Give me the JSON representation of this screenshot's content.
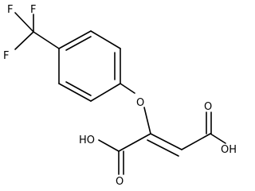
{
  "molecule": {
    "atoms": {
      "f_top_left": "F",
      "f_top_right": "F",
      "f_left": "F",
      "ether_oxygen": "O",
      "left_acid_hydroxyl": "HO",
      "left_acid_carbonyl": "O",
      "right_acid_carbonyl": "O",
      "right_acid_hydroxyl": "OH"
    }
  }
}
